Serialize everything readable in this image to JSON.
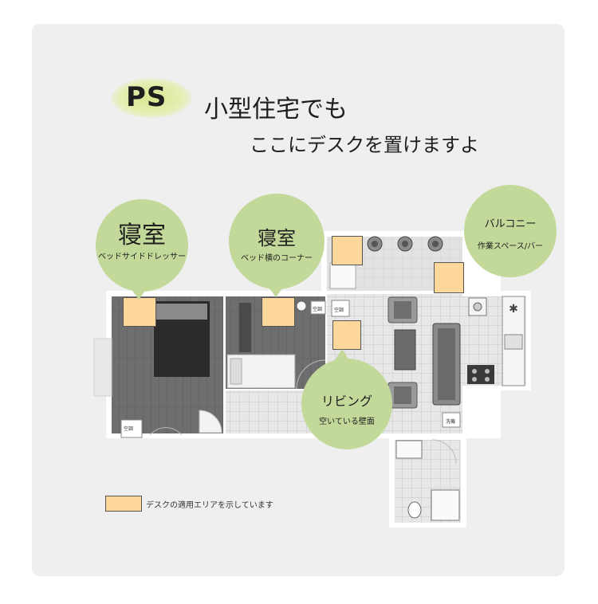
{
  "headline": {
    "tag": "PS",
    "line1": "小型住宅でも",
    "line2": "ここにデスクを置けますよ"
  },
  "callouts": [
    {
      "title": "寝室",
      "subtitle": "ベッドサイドドレッサー"
    },
    {
      "title": "寝室",
      "subtitle": "ベッド横のコーナー"
    },
    {
      "title": "リビング",
      "subtitle": "空いている壁面"
    },
    {
      "title": "バルコニー",
      "subtitle": "作業スペース/バー"
    }
  ],
  "plan_labels": {
    "storage": "空調",
    "washer": "洗機"
  },
  "legend": {
    "text": "デスクの適用エリアを示しています",
    "color": "#fdd89a"
  },
  "colors": {
    "bubble": "#c2d99a",
    "desk_area": "#fdd89a",
    "card": "#efefef"
  }
}
